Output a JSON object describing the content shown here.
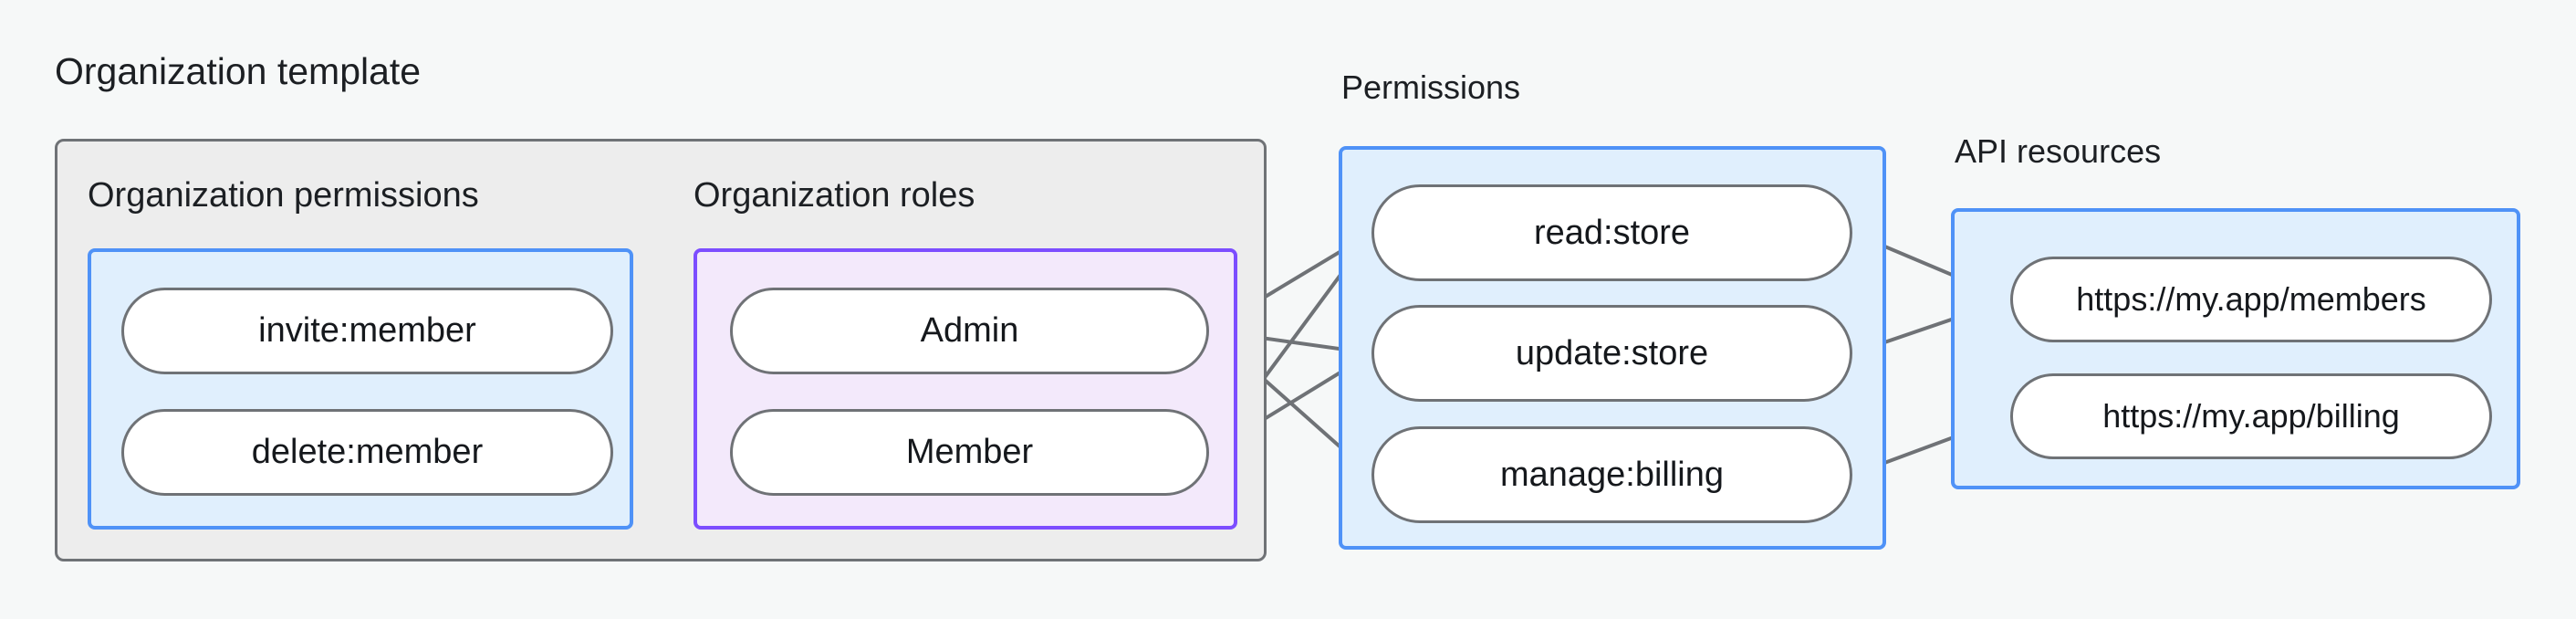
{
  "diagram": {
    "title_absent": true,
    "background_color": "#f6f8f8",
    "groups": [
      {
        "id": "organization-template",
        "label": "Organization template",
        "kind": "outer",
        "border_color": "#6f7276",
        "fill_color": "#ededed"
      },
      {
        "id": "organization-permissions",
        "label": "Organization permissions",
        "kind": "blue",
        "border_color": "#4f92f7",
        "fill_color": "#e0effd"
      },
      {
        "id": "organization-roles",
        "label": "Organization roles",
        "kind": "purple",
        "border_color": "#7c4dff",
        "fill_color": "#f3e9fb"
      },
      {
        "id": "permissions",
        "label": "Permissions",
        "kind": "blue",
        "border_color": "#4f92f7",
        "fill_color": "#e0effd"
      },
      {
        "id": "api-resources",
        "label": "API resources",
        "kind": "blue",
        "border_color": "#4f92f7",
        "fill_color": "#e0effd"
      }
    ],
    "nodes": {
      "organization_permissions": [
        {
          "id": "invite-member",
          "label": "invite:member"
        },
        {
          "id": "delete-member",
          "label": "delete:member"
        }
      ],
      "organization_roles": [
        {
          "id": "admin",
          "label": "Admin"
        },
        {
          "id": "member",
          "label": "Member"
        }
      ],
      "permissions": [
        {
          "id": "read-store",
          "label": "read:store"
        },
        {
          "id": "update-store",
          "label": "update:store"
        },
        {
          "id": "manage-billing",
          "label": "manage:billing"
        }
      ],
      "api_resources": [
        {
          "id": "members-url",
          "label": "https://my.app/members"
        },
        {
          "id": "billing-url",
          "label": "https://my.app/billing"
        }
      ]
    },
    "edges": [
      {
        "from": "invite-member",
        "to": "admin"
      },
      {
        "from": "invite-member",
        "to": "member"
      },
      {
        "from": "delete-member",
        "to": "member"
      },
      {
        "from": "admin",
        "to": "read-store"
      },
      {
        "from": "admin",
        "to": "update-store"
      },
      {
        "from": "admin",
        "to": "manage-billing"
      },
      {
        "from": "member",
        "to": "read-store"
      },
      {
        "from": "member",
        "to": "update-store"
      },
      {
        "from": "read-store",
        "to": "members-url"
      },
      {
        "from": "update-store",
        "to": "members-url"
      },
      {
        "from": "manage-billing",
        "to": "billing-url"
      }
    ],
    "edge_color": "#6f7276",
    "connector_dot_color": "#6f7276"
  }
}
